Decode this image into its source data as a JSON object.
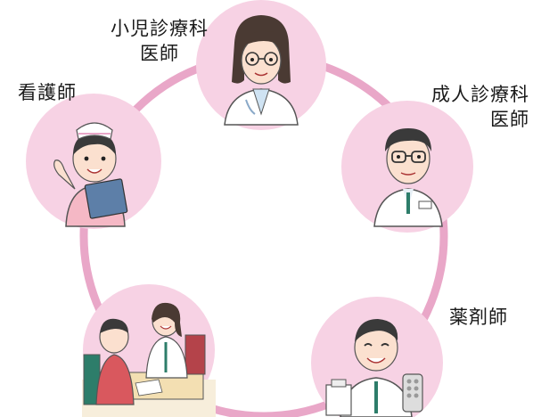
{
  "diagram": {
    "roles": [
      {
        "id": "pediatric-physician",
        "label_lines": [
          "小児診療科",
          "医師"
        ]
      },
      {
        "id": "adult-physician",
        "label_lines": [
          "成人診療科",
          "医師"
        ]
      },
      {
        "id": "pharmacist",
        "label_lines": [
          "薬剤師"
        ]
      },
      {
        "id": "patient-consultation",
        "label_lines": []
      },
      {
        "id": "nurse",
        "label_lines": [
          "看護師"
        ]
      }
    ],
    "colors": {
      "ring": "#e9a7c8",
      "node_fill": "#f7d2e4",
      "node_stroke": "#f3bad6"
    }
  }
}
